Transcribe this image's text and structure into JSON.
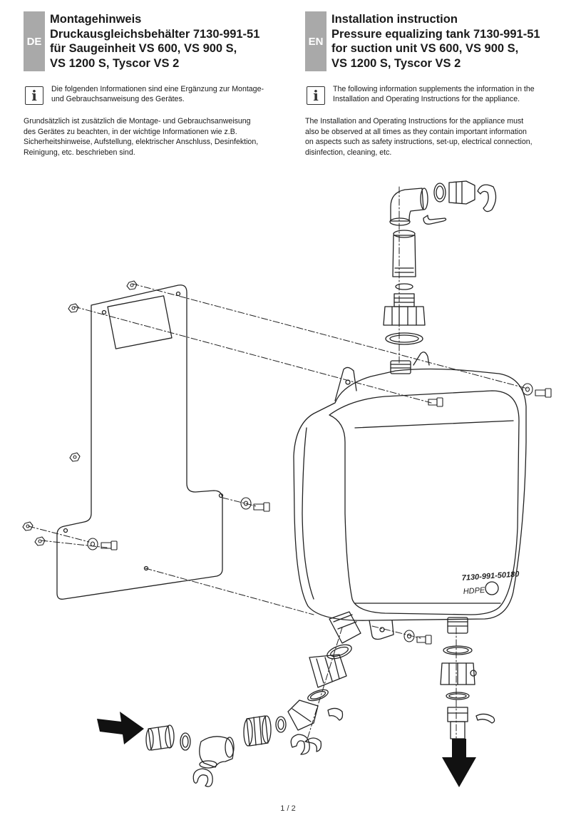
{
  "de": {
    "lang": "DE",
    "title": [
      "Montagehinweis",
      "Druckausgleichsbehälter 7130-991-51",
      "für Saugeinheit VS 600, VS 900 S,",
      "VS 1200 S, Tyscor VS 2"
    ],
    "info_icon": "info-icon",
    "info": [
      "Die folgenden Informationen sind eine Ergänzung zur Montage-",
      "und Gebrauchsanweisung des Gerätes."
    ],
    "body": [
      "Grundsätzlich ist zusätzlich die Montage- und Gebrauchsanweisung",
      "des Gerätes zu beachten, in der wichtige Informationen wie z.B.",
      "Sicherheitshinweise, Aufstellung, elektrischer Anschluss, Desinfektion,",
      "Reinigung, etc. beschrieben sind."
    ]
  },
  "en": {
    "lang": "EN",
    "title": [
      "Installation instruction",
      "Pressure equalizing tank 7130-991-51",
      "for suction unit VS 600, VS 900 S,",
      "VS 1200 S, Tyscor VS 2"
    ],
    "info_icon": "info-icon",
    "info": [
      "The following information supplements the information in the",
      "Installation and Operating Instructions for the appliance."
    ],
    "body": [
      "The Installation and Operating Instructions for the appliance must",
      "also be observed at all times as they contain important information",
      "on aspects such as safety instructions, set-up, electrical connection,",
      "disinfection, cleaning, etc."
    ]
  },
  "drawing": {
    "tank_label_1": "7130-991-50180",
    "tank_label_2": "HDPE",
    "inflow_arrow": "arrow-right-icon",
    "outflow_arrow": "arrow-down-icon"
  },
  "page_number": "1 / 2"
}
